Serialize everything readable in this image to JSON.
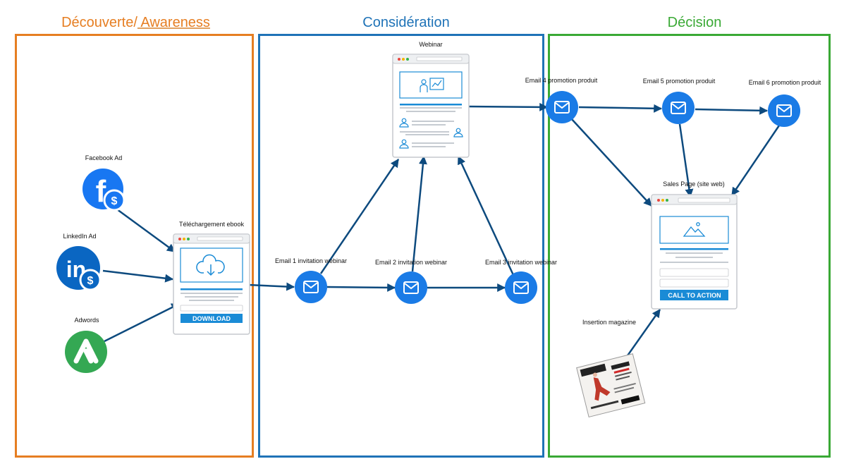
{
  "stages": [
    {
      "title_main": "Découverte/",
      "title_second": " Awareness",
      "color": "#e67e22"
    },
    {
      "title": "Considération",
      "color": "#1f73b7"
    },
    {
      "title": "Décision",
      "color": "#3aa935"
    }
  ],
  "sources": {
    "facebook": "Facebook Ad",
    "linkedin": "LinkedIn Ad",
    "adwords": "Adwords",
    "magazine": "Insertion magazine"
  },
  "pages": {
    "ebook": {
      "label": "Téléchargement ebook",
      "button": "DOWNLOAD"
    },
    "webinar": {
      "label": "Webinar"
    },
    "sales": {
      "label": "Sales Page (site web)",
      "button": "CALL TO ACTION"
    }
  },
  "emails": {
    "e1": "Email 1 invitation webinar",
    "e2": "Email 2 invitation webinar",
    "e3": "Email 3 invitation webinar",
    "e4": "Email 4 promotion produit",
    "e5": "Email 5 promotion produit",
    "e6": "Email 6 promotion produit"
  },
  "icons": {
    "facebook_letter": "f",
    "linkedin_letter": "in",
    "dollar": "$"
  },
  "colors": {
    "arrow": "#0d4a7e",
    "email_node": "#1a7be6",
    "facebook": "#1877f2",
    "linkedin": "#0a66c2",
    "adwords": "#34a853",
    "accent": "#1a8bd6"
  }
}
